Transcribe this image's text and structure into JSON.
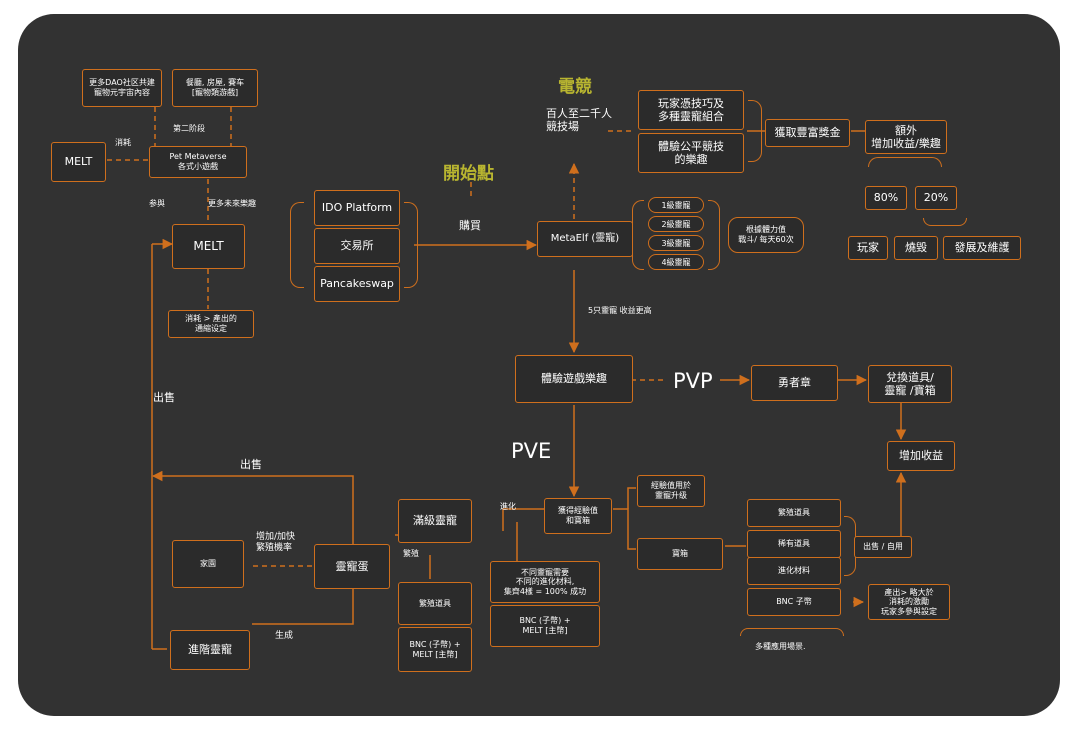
{
  "colors": {
    "background": "#323232",
    "accent": "#cf6f1d",
    "highlight": "#b8b530",
    "text": "#ffffff"
  },
  "headings": {
    "esports": "電競",
    "start": "開始點",
    "pvp": "PVP",
    "pve": "PVE"
  },
  "boxes": {
    "dao_community": "更多DAO社区共建\n寵物元宇宙內容",
    "dining_racing": "餐廳, 房屋, 賽车\n[寵物類游戲]",
    "melt_top": "MELT",
    "pet_metaverse": "Pet Metaverse\n各式小遊戲",
    "melt_main": "MELT",
    "ido_platform": "IDO Platform",
    "exchange": "交易所",
    "pancakeswap": "Pancakeswap",
    "consume_produce": "消耗 > 產出的\n通縮设定",
    "metaelf": "MetaElf (靈寵)",
    "skill_combo": "玩家憑技巧及\n多種靈寵組合",
    "fair_compete": "體驗公平競技\n的樂趣",
    "rich_rewards": "獲取豐富獎金",
    "extra_income": "額外\n增加收益/樂趣",
    "pct80": "80%",
    "pct20": "20%",
    "players": "玩家",
    "burn": "燒毀",
    "development": "發展及維護",
    "experience_fun": "體驗遊戲樂趣",
    "brave_badge": "勇者章",
    "redeem_items": "兌換道具/\n靈寵 /寶箱",
    "increase_income": "增加收益",
    "max_level_pet": "滿級靈寵",
    "get_exp_chest": "獲得經驗值\n和寶箱",
    "exp_upgrade": "經驗值用於\n靈寵升级",
    "treasure_chest": "寶箱",
    "breeding_item_right": "繁殖道具",
    "rare_item": "稀有道具",
    "evolution_material": "進化材料",
    "bnc_sub": "BNC 子幣",
    "sell_self_use": "出售 / 自用",
    "output_incentive": "產出> 略大於\n消耗的激勵\n玩家多參與設定",
    "home": "家園",
    "pet_egg": "靈寵蛋",
    "advanced_pet": "進階靈寵",
    "breeding_item_left": "繁殖道具",
    "bnc_melt_left": "BNC (子幣) +\nMELT [主幣]",
    "evolve_requirements": "不同靈寵需要\n不同的進化材料,\n集齊4樣 = 100% 成功",
    "bnc_melt_mid": "BNC (子幣) +\nMELT [主幣]"
  },
  "pills": [
    "1級靈寵",
    "2級靈寵",
    "3級靈寵",
    "4級靈寵"
  ],
  "labels": {
    "consume": "消耗",
    "phase_two": "第二阶段",
    "participate": "参與",
    "more_future_fun": "更多未來樂趣",
    "buy": "購買",
    "battle_power": "根據體力值\n戰斗/ 每天60次",
    "hundred_to_2000": "百人至二千人\n競技場",
    "five_pets": "5只靈寵\n收益更高",
    "sell_left": "出售",
    "sell_mid": "出售",
    "speed_breeding": "增加/加快\n繁殖機率",
    "breed": "繁殖",
    "evolve": "進化",
    "generate": "生成",
    "multi_scenarios": "多種應用場景."
  }
}
